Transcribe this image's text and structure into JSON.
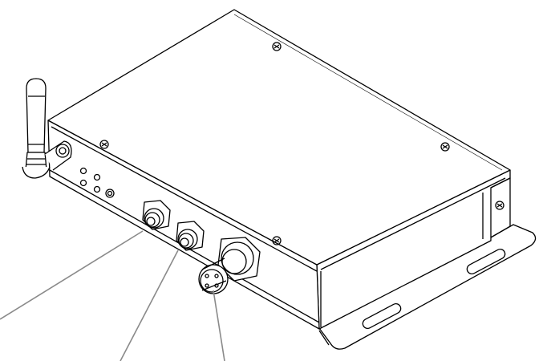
{
  "drawing": {
    "subject": "",
    "colors": {
      "line": "#000000",
      "leader": "#8a8a8a",
      "background": "#ffffff"
    },
    "parts": [
      "antenna",
      "enclosure",
      "led-indicators",
      "connector-1",
      "connector-2",
      "power-connector",
      "mounting-flange",
      "screws",
      "leader-lines"
    ]
  }
}
